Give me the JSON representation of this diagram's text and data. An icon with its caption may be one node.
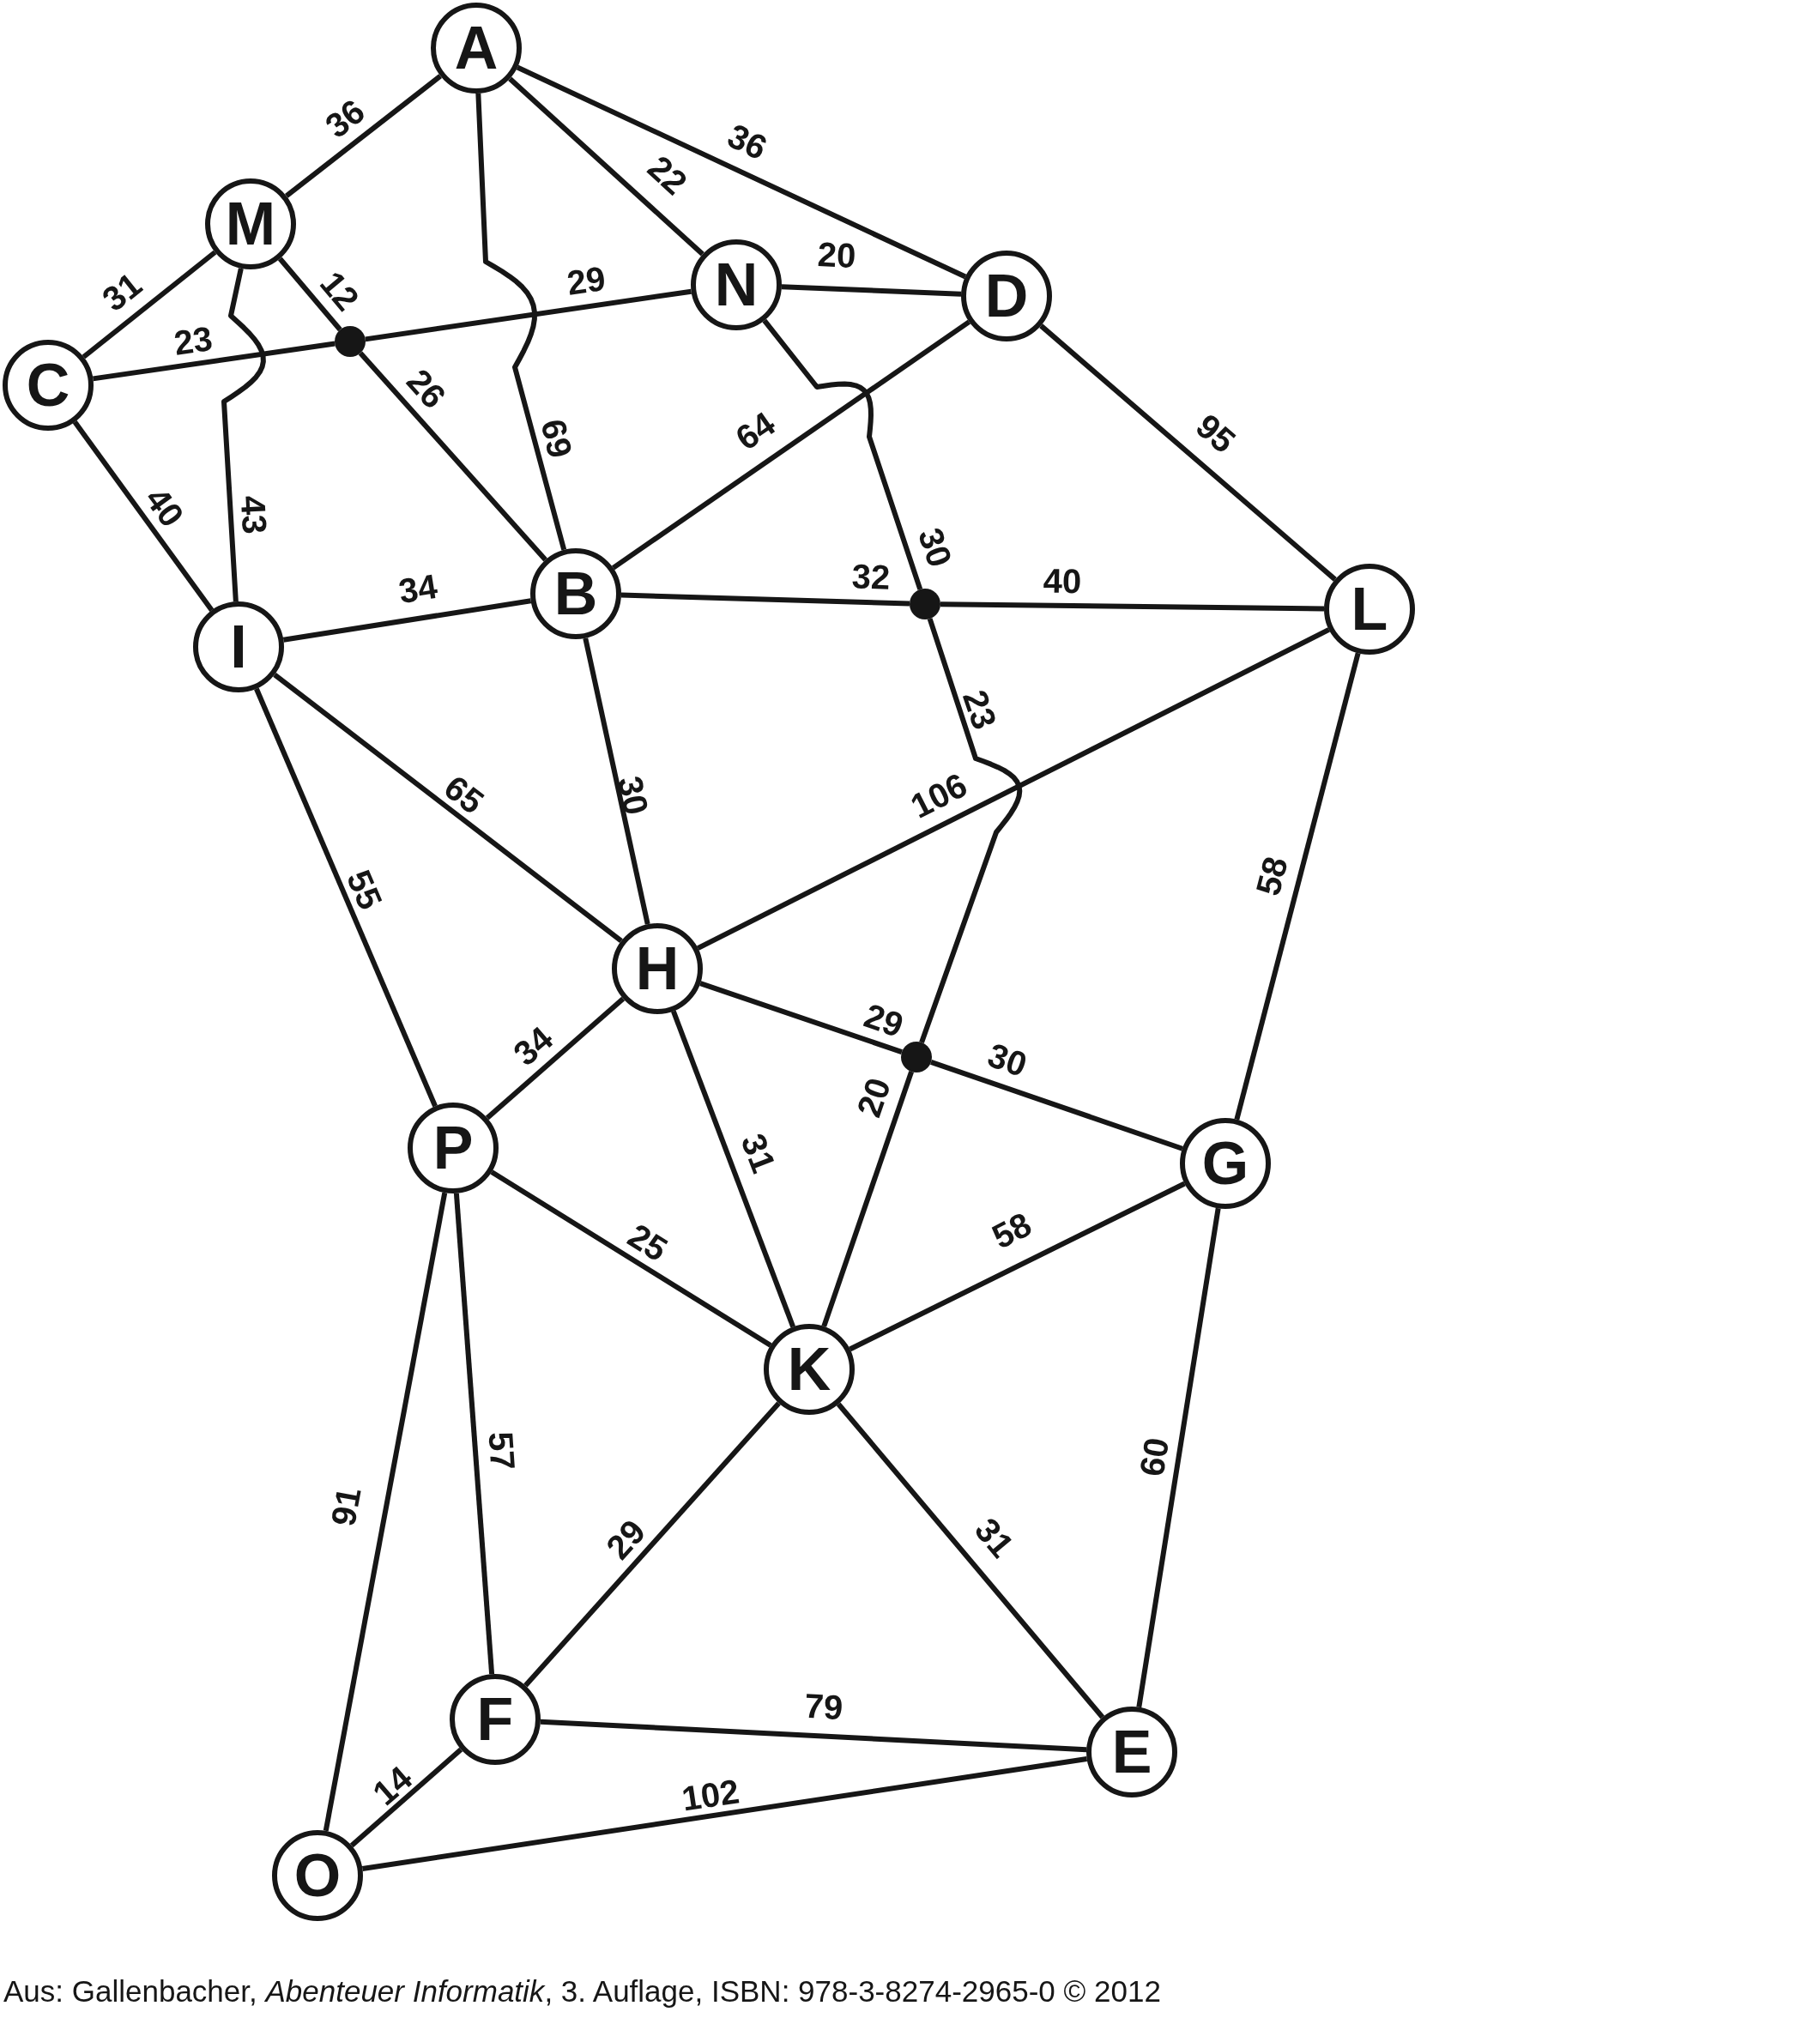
{
  "diagram": {
    "caption": "Aus: Gallenbacher, *Abenteuer Informatik*, 3. Auflage, ISBN: 978-3-8274-2965-0 © 2012",
    "nodes": [
      {
        "text": [
          "A"
        ]
      },
      {
        "text": [
          "M"
        ]
      },
      {
        "text": [
          "C"
        ]
      },
      {
        "text": [],
        "shape": "dot"
      },
      {
        "text": [
          "N"
        ]
      },
      {
        "text": [
          "D"
        ]
      },
      {
        "text": [
          "I"
        ]
      },
      {
        "text": [
          "B"
        ]
      },
      {
        "text": [],
        "shape": "dot"
      },
      {
        "text": [
          "L"
        ]
      },
      {
        "text": [
          "H"
        ]
      },
      {
        "text": [],
        "shape": "dot"
      },
      {
        "text": [
          "P"
        ]
      },
      {
        "text": [
          "G"
        ]
      },
      {
        "text": [
          "K"
        ]
      },
      {
        "text": [
          "F"
        ]
      },
      {
        "text": [
          "E"
        ]
      },
      {
        "text": [
          "O"
        ]
      }
    ],
    "edges": [
      {
        "from": 0,
        "to": 1,
        "arrow": "none",
        "label": "36"
      },
      {
        "from": 0,
        "to": 4,
        "arrow": "none",
        "label": "22"
      },
      {
        "from": 0,
        "to": 5,
        "arrow": "none",
        "label": "36"
      },
      {
        "from": 0,
        "to": 7,
        "arrow": "none",
        "label": "69"
      },
      {
        "from": 1,
        "to": 2,
        "arrow": "none",
        "label": "31"
      },
      {
        "from": 1,
        "to": 3,
        "arrow": "none",
        "label": "12"
      },
      {
        "from": 1,
        "to": 6,
        "arrow": "none",
        "label": "43"
      },
      {
        "from": 2,
        "to": 3,
        "arrow": "none",
        "label": "23"
      },
      {
        "from": 2,
        "to": 6,
        "arrow": "none",
        "label": "40"
      },
      {
        "from": 3,
        "to": 4,
        "arrow": "none",
        "label": "29"
      },
      {
        "from": 3,
        "to": 7,
        "arrow": "none",
        "label": "26"
      },
      {
        "from": 4,
        "to": 5,
        "arrow": "none",
        "label": "20"
      },
      {
        "from": 4,
        "to": 8,
        "arrow": "none",
        "label": "30"
      },
      {
        "from": 5,
        "to": 7,
        "arrow": "none",
        "label": "64"
      },
      {
        "from": 5,
        "to": 9,
        "arrow": "none",
        "label": "95"
      },
      {
        "from": 6,
        "to": 7,
        "arrow": "none",
        "label": "34"
      },
      {
        "from": 6,
        "to": 10,
        "arrow": "none",
        "label": "65"
      },
      {
        "from": 6,
        "to": 12,
        "arrow": "none",
        "label": "55"
      },
      {
        "from": 7,
        "to": 8,
        "arrow": "none",
        "label": "32"
      },
      {
        "from": 8,
        "to": 9,
        "arrow": "none",
        "label": "40"
      },
      {
        "from": 7,
        "to": 10,
        "arrow": "none",
        "label": "30"
      },
      {
        "from": 8,
        "to": 11,
        "arrow": "none",
        "label": "23"
      },
      {
        "from": 9,
        "to": 10,
        "arrow": "none",
        "label": "106"
      },
      {
        "from": 9,
        "to": 13,
        "arrow": "none",
        "label": "58"
      },
      {
        "from": 10,
        "to": 11,
        "arrow": "none",
        "label": "29"
      },
      {
        "from": 11,
        "to": 13,
        "arrow": "none",
        "label": "30"
      },
      {
        "from": 11,
        "to": 14,
        "arrow": "none",
        "label": "20"
      },
      {
        "from": 10,
        "to": 12,
        "arrow": "none",
        "label": "34"
      },
      {
        "from": 10,
        "to": 14,
        "arrow": "none",
        "label": "31"
      },
      {
        "from": 12,
        "to": 14,
        "arrow": "none",
        "label": "25"
      },
      {
        "from": 13,
        "to": 14,
        "arrow": "none",
        "label": "58"
      },
      {
        "from": 12,
        "to": 15,
        "arrow": "none",
        "label": "57"
      },
      {
        "from": 12,
        "to": 17,
        "arrow": "none",
        "label": "91"
      },
      {
        "from": 14,
        "to": 15,
        "arrow": "none",
        "label": "29"
      },
      {
        "from": 14,
        "to": 16,
        "arrow": "none",
        "label": "31"
      },
      {
        "from": 13,
        "to": 16,
        "arrow": "none",
        "label": "60"
      },
      {
        "from": 15,
        "to": 16,
        "arrow": "none",
        "label": "79"
      },
      {
        "from": 15,
        "to": 17,
        "arrow": "none",
        "label": "14"
      },
      {
        "from": 16,
        "to": 17,
        "arrow": "none",
        "label": "102"
      }
    ]
  }
}
